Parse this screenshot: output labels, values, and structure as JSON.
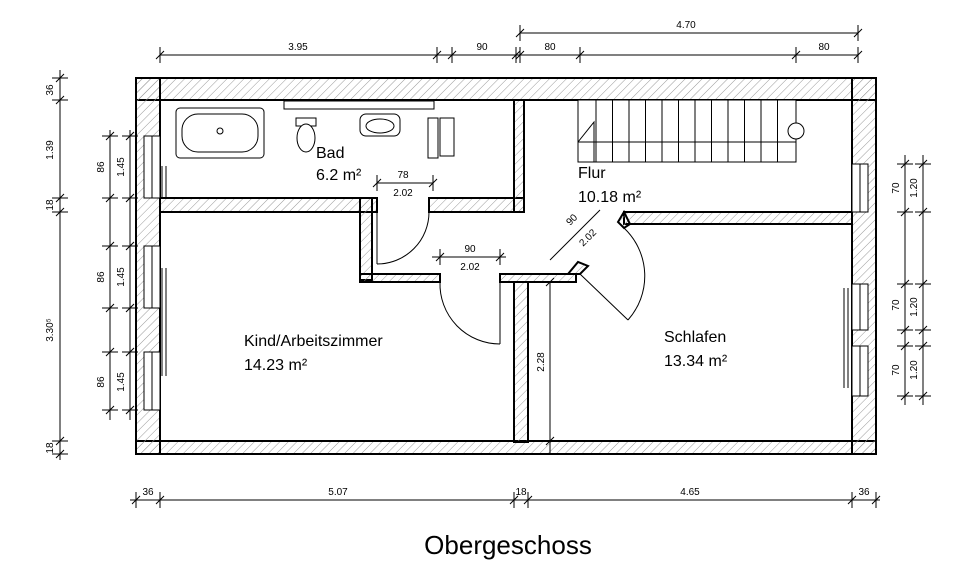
{
  "title": "Obergeschoss",
  "rooms": {
    "bad": {
      "name": "Bad",
      "area": "6.2 m²"
    },
    "flur": {
      "name": "Flur",
      "area": "10.18 m²"
    },
    "kind": {
      "name": "Kind/Arbeitszimmer",
      "area": "14.23 m²"
    },
    "schlafen": {
      "name": "Schlafen",
      "area": "13.34 m²"
    }
  },
  "dimensions": {
    "top_395": "3.95",
    "top_90": "90",
    "top_80a": "80",
    "top_470": "4.70",
    "top_80b": "80",
    "bottom_36a": "36",
    "bottom_507": "5.07",
    "bottom_18": "18",
    "bottom_465": "4.65",
    "bottom_36b": "36",
    "left_36": "36",
    "left_139": "1.39",
    "left_18a": "18",
    "left_330": "3.30⁵",
    "left_18b": "18",
    "left_86a": "86",
    "left_145a": "1.45",
    "left_86b": "86",
    "left_145b": "1.45",
    "left_86c": "86",
    "left_145c": "1.45",
    "right_70a": "70",
    "right_120a": "1.20",
    "right_70b": "70",
    "right_120b": "1.20",
    "right_70c": "70",
    "right_120c": "1.20",
    "door_bad_78": "78",
    "door_bad_202": "2.02",
    "door_kind_90": "90",
    "door_kind_202": "2.02",
    "door_flur_90": "90",
    "door_flur_202": "2.02",
    "height_228": "2.28"
  }
}
